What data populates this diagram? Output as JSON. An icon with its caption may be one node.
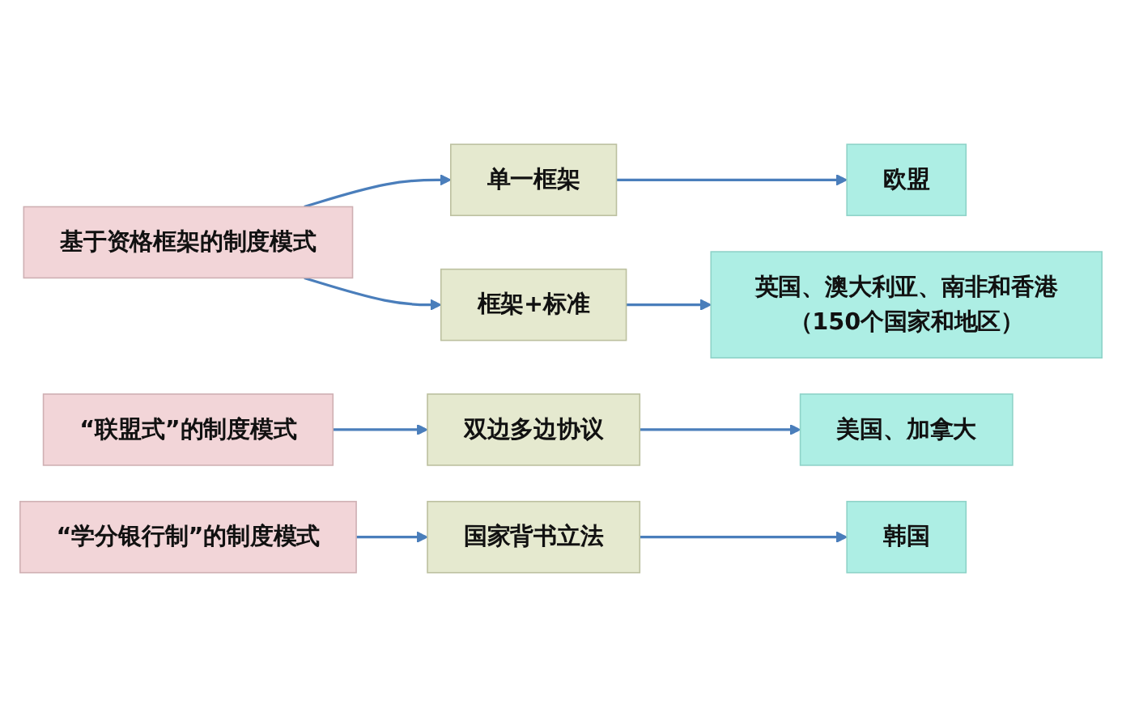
{
  "diagram": {
    "nodes": [
      {
        "text": [
          "基于资格框架的制度模式"
        ]
      },
      {
        "text": [
          "单一框架"
        ]
      },
      {
        "text": [
          "欧盟"
        ]
      },
      {
        "text": [
          "框架+标准"
        ]
      },
      {
        "text": [
          "英国、澳大利亚、南非和香港（150个国家和地区）"
        ]
      },
      {
        "text": [
          "“联盟式”的制度模式"
        ]
      },
      {
        "text": [
          "双边多边协议"
        ]
      },
      {
        "text": [
          "美国、加拿大"
        ]
      },
      {
        "text": [
          "“学分银行制”的制度模式"
        ]
      },
      {
        "text": [
          "国家背书立法"
        ]
      },
      {
        "text": [
          "韩国"
        ]
      }
    ],
    "edges": [
      {
        "from": 0,
        "to": 1,
        "arrow": "to"
      },
      {
        "from": 0,
        "to": 3,
        "arrow": "to"
      },
      {
        "from": 1,
        "to": 2,
        "arrow": "to"
      },
      {
        "from": 3,
        "to": 4,
        "arrow": "to"
      },
      {
        "from": 5,
        "to": 6,
        "arrow": "to"
      },
      {
        "from": 6,
        "to": 7,
        "arrow": "to"
      },
      {
        "from": 8,
        "to": 9,
        "arrow": "to"
      },
      {
        "from": 9,
        "to": 10,
        "arrow": "to"
      }
    ]
  }
}
